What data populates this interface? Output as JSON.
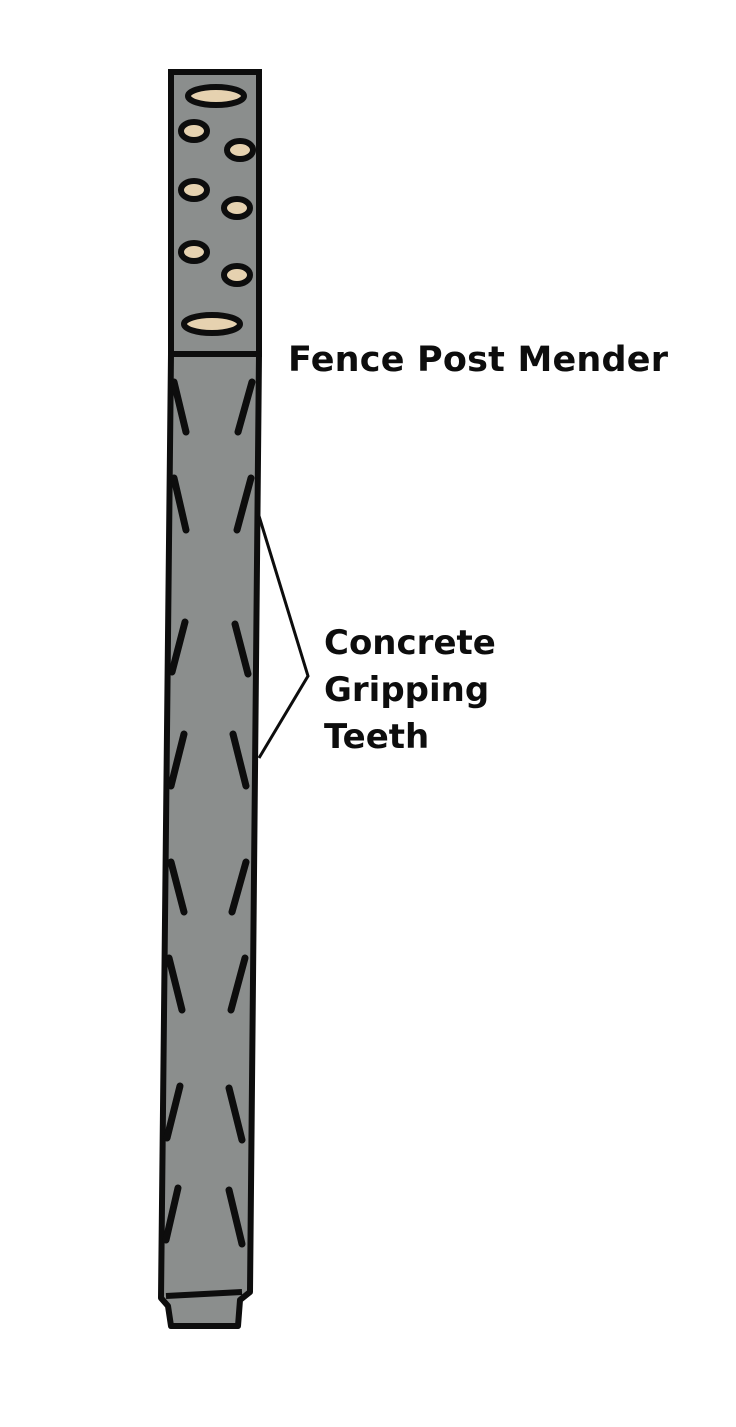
{
  "labels": {
    "title": "Fence Post Mender",
    "callout_lines": [
      "Concrete",
      "Gripping",
      "Teeth"
    ]
  },
  "colors": {
    "metal": "#8b8e8d",
    "outline": "#0d0d0d",
    "hole": "#e6d2b0",
    "background": "#ffffff"
  }
}
